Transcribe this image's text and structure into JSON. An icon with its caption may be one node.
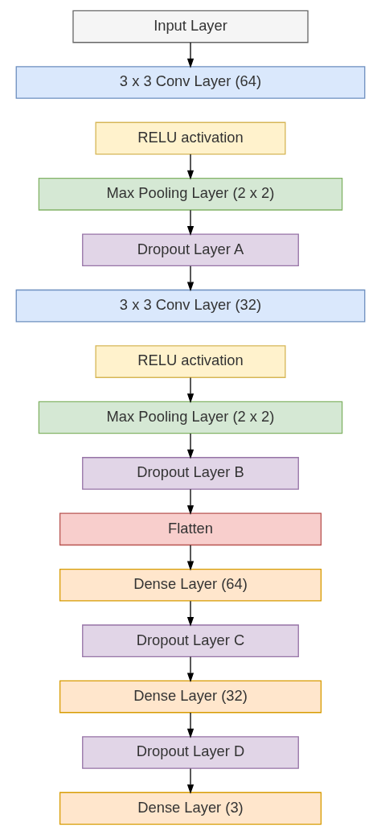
{
  "diagram": {
    "nodes": [
      {
        "text": [
          "Input Layer"
        ]
      },
      {
        "text": [
          "3 x 3 Conv Layer (64)"
        ]
      },
      {
        "text": [
          "RELU activation"
        ]
      },
      {
        "text": [
          "Max Pooling Layer (2 x 2)"
        ]
      },
      {
        "text": [
          "Dropout Layer A"
        ]
      },
      {
        "text": [
          "3 x 3 Conv Layer (32)"
        ]
      },
      {
        "text": [
          "RELU activation"
        ]
      },
      {
        "text": [
          "Max Pooling Layer (2 x 2)"
        ]
      },
      {
        "text": [
          "Dropout Layer B"
        ]
      },
      {
        "text": [
          "Flatten"
        ]
      },
      {
        "text": [
          "Dense Layer (64)"
        ]
      },
      {
        "text": [
          "Dropout Layer C"
        ]
      },
      {
        "text": [
          "Dense Layer (32)"
        ]
      },
      {
        "text": [
          "Dropout Layer D"
        ]
      },
      {
        "text": [
          "Dense Layer (3)"
        ]
      }
    ],
    "edges": [
      {
        "from": 0,
        "to": 1,
        "arrow": "to"
      },
      {
        "from": 2,
        "to": 3,
        "arrow": "to"
      },
      {
        "from": 3,
        "to": 4,
        "arrow": "to"
      },
      {
        "from": 4,
        "to": 5,
        "arrow": "to"
      },
      {
        "from": 6,
        "to": 7,
        "arrow": "to"
      },
      {
        "from": 7,
        "to": 8,
        "arrow": "to"
      },
      {
        "from": 8,
        "to": 9,
        "arrow": "to"
      },
      {
        "from": 9,
        "to": 10,
        "arrow": "to"
      },
      {
        "from": 10,
        "to": 11,
        "arrow": "to"
      },
      {
        "from": 11,
        "to": 12,
        "arrow": "to"
      },
      {
        "from": 12,
        "to": 13,
        "arrow": "to"
      },
      {
        "from": 13,
        "to": 14,
        "arrow": "to"
      }
    ]
  }
}
